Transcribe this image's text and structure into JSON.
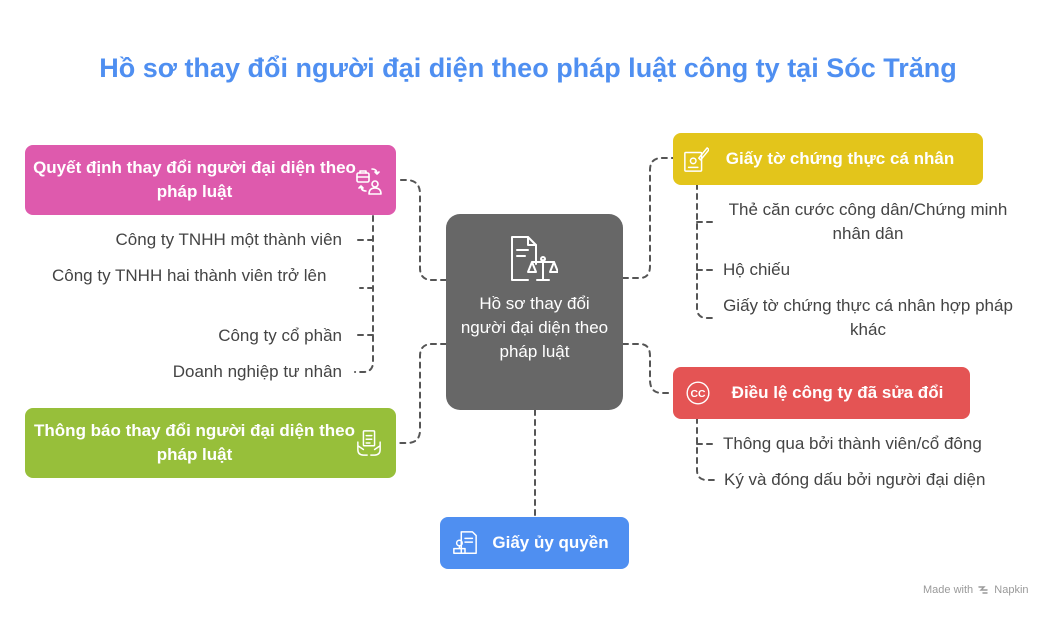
{
  "title": "Hồ sơ thay đổi người đại diện theo pháp luật công ty tại Sóc Trăng",
  "center": {
    "label": "Hồ sơ thay đổi người đại diện theo pháp luật",
    "icon": "document-scale-icon"
  },
  "nodes": {
    "decision": {
      "label": "Quyết định thay đổi người đại diện theo pháp luật",
      "icon": "briefcase-person-icon",
      "color": "#de5aad",
      "items": [
        "Công ty TNHH một thành viên",
        "Công ty TNHH hai thành viên trở lên",
        "Công ty cổ phần",
        "Doanh nghiệp tư nhân"
      ]
    },
    "notice": {
      "label": "Thông báo thay đổi người đại diện theo pháp luật",
      "icon": "document-hand-icon",
      "color": "#97bf3a"
    },
    "authorization": {
      "label": "Giấy ủy quyền",
      "icon": "stamp-document-icon",
      "color": "#4f8ff1"
    },
    "personal_docs": {
      "label": "Giấy tờ chứng thực cá nhân",
      "icon": "certificate-pen-icon",
      "color": "#e3c51b",
      "items": [
        "Thẻ căn cước công dân/Chứng minh nhân dân",
        "Hộ chiếu",
        "Giấy tờ chứng thực cá nhân hợp pháp khác"
      ]
    },
    "charter": {
      "label": "Điều lệ công ty đã sửa đổi",
      "icon": "copyright-circle-icon",
      "color": "#e45454",
      "items": [
        "Thông qua bởi thành viên/cổ đông",
        "Ký và đóng dấu bởi người đại diện"
      ]
    }
  },
  "credit": {
    "made_with": "Made with",
    "brand": "Napkin"
  }
}
